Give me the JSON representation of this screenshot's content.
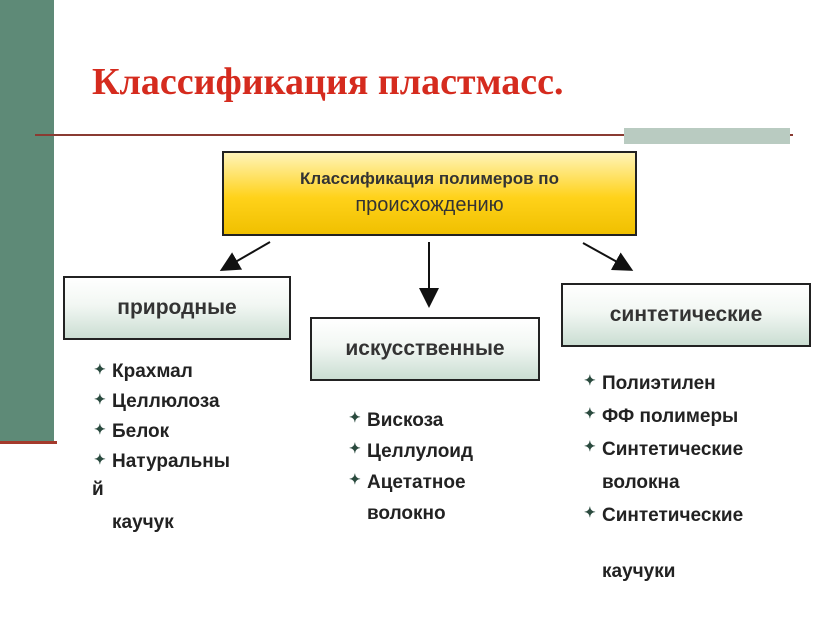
{
  "title": "Классификация пластмасс.",
  "root": {
    "line1": "Классификация полимеров по",
    "line2": "происхождению"
  },
  "categories": {
    "natural": {
      "label": "природные",
      "items": [
        "Крахмал",
        "Целлюлоза",
        "Белок",
        "Натуральны",
        "й",
        "каучук"
      ]
    },
    "artificial": {
      "label": "искусственные",
      "items": [
        "Вискоза",
        "Целлулоид",
        "Ацетатное",
        "волокно"
      ]
    },
    "synthetic": {
      "label": "синтетические",
      "items": [
        "Полиэтилен",
        "ФФ полимеры",
        "Синтетические",
        "волокна",
        "Синтетические",
        "каучуки"
      ]
    }
  },
  "colors": {
    "title": "#d52b1e",
    "sidebar": "#5e8a77",
    "root_fill": "#ffd21a",
    "category_fill": "#cbded3"
  }
}
